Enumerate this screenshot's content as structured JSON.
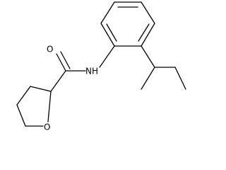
{
  "diagram": {
    "atoms": {
      "amide_oxygen": "O",
      "amide_nitrogen": "NH",
      "ring_oxygen": "O"
    }
  }
}
